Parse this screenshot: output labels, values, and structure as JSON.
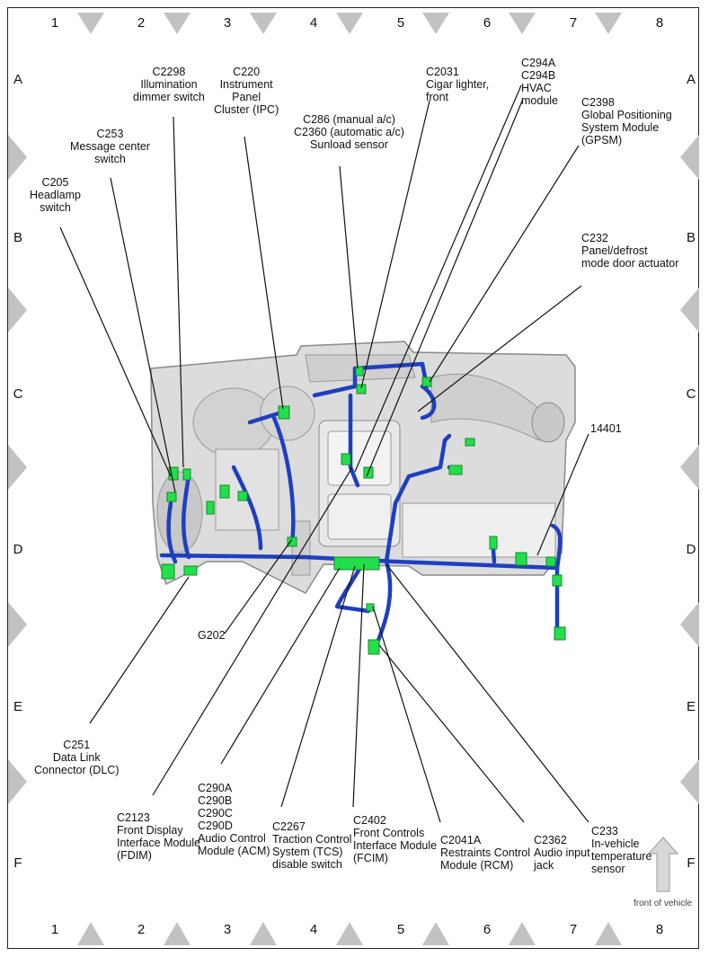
{
  "grid": {
    "columns": [
      "1",
      "2",
      "3",
      "4",
      "5",
      "6",
      "7",
      "8"
    ],
    "rows": [
      "A",
      "B",
      "C",
      "D",
      "E",
      "F"
    ]
  },
  "callouts": {
    "c2298": "C2298\nIllumination\ndimmer switch",
    "c220": "C220\nInstrument\nPanel\nCluster (IPC)",
    "c2031": "C2031\nCigar lighter,\nfront",
    "c294": "C294A\nC294B\nHVAC\nmodule",
    "c2398": "C2398\nGlobal Positioning\nSystem Module\n(GPSM)",
    "c253": "C253\nMessage center\nswitch",
    "c286": "C286 (manual a/c)\nC2360 (automatic a/c)\nSunload sensor",
    "c205": "C205\nHeadlamp\nswitch",
    "c232": "C232\nPanel/defrost\nmode door actuator",
    "n14401": "14401",
    "g202": "G202",
    "c251": "C251\nData Link\nConnector (DLC)",
    "c2123": "C2123\nFront Display\nInterface Module\n(FDIM)",
    "c290": "C290A\nC290B\nC290C\nC290D\nAudio Control\nModule (ACM)",
    "c2267": "C2267\nTraction Control\nSystem (TCS)\ndisable switch",
    "c2402": "C2402\nFront Controls\nInterface Module\n(FCIM)",
    "c2041a": "C2041A\nRestraints Control\nModule (RCM)",
    "c2362": "C2362\nAudio input\njack",
    "c233": "C233\nIn-vehicle\ntemperature\nsensor"
  },
  "front_of_vehicle": "front of vehicle",
  "colors": {
    "harness": "#1f3fbf",
    "connector": "#22e04a",
    "panel": "#d9d9d9",
    "grid_marker": "#bdbdbd"
  }
}
